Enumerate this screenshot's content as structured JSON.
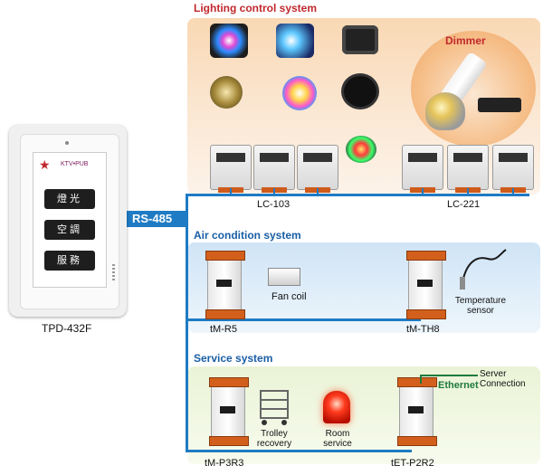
{
  "sections": {
    "lighting": {
      "title": "Lighting control system"
    },
    "air": {
      "title": "Air condition system"
    },
    "service": {
      "title": "Service system"
    }
  },
  "dimmer_label": "Dimmer",
  "bus_label": "RS-485",
  "panel": {
    "name": "TPD-432F",
    "buttons": [
      "燈光",
      "空調",
      "服務"
    ],
    "logo_text": "KTV•PUB"
  },
  "modules": {
    "lc103": "LC-103",
    "lc221": "LC-221",
    "tmr5": "tM-R5",
    "tmth8": "tM-TH8",
    "tmp3r3": "tM-P3R3",
    "tetp2r2": "tET-P2R2"
  },
  "devices": {
    "fan_coil": "Fan  coil",
    "temperature_sensor_line1": "Temperature",
    "temperature_sensor_line2": "sensor",
    "trolley_line1": "Trolley",
    "trolley_line2": "recovery",
    "room_line1": "Room",
    "room_line2": "service"
  },
  "ethernet_label": "Ethernet",
  "server": {
    "line1": "Server",
    "line2": "Connection"
  },
  "colors": {
    "title_red": "#c0282d",
    "bus_blue": "#1f7bc4",
    "ethernet_green": "#1f7a3c",
    "lighting_bg": "#f6c89c",
    "air_bg": "#d9ebf8",
    "service_bg": "#e4f0cc"
  }
}
